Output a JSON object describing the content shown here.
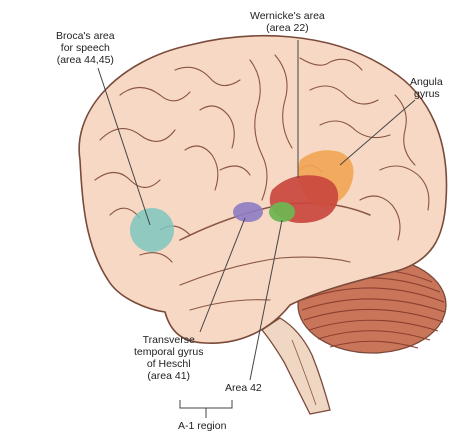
{
  "labels": {
    "broca": {
      "line1": "Broca's area",
      "line2": "for speech",
      "line3": "(area 44,45)"
    },
    "wernicke": {
      "line1": "Wernicke's area",
      "line2": "(area 22)"
    },
    "angular": {
      "line1": "Angula",
      "line2": "gyrus"
    },
    "heschl": {
      "line1": "Transverse",
      "line2": "temporal gyrus",
      "line3": "of Heschl",
      "line4": "(area 41)"
    },
    "area42": "Area 42",
    "a1_region": "A-1 region"
  },
  "colors": {
    "cortex": "#f6d8c4",
    "cortex_outline": "#7a4a3a",
    "sulcus": "#8a5544",
    "cerebellum": "#c9755a",
    "brainstem": "#efd7c4",
    "broca_region": "#7cc7c0",
    "wernicke_region": "#c9453c",
    "angular_region": "#f2a553",
    "heschl_region": "#8e7cc3",
    "area42_region": "#6fb553",
    "leader_line": "#444444"
  }
}
